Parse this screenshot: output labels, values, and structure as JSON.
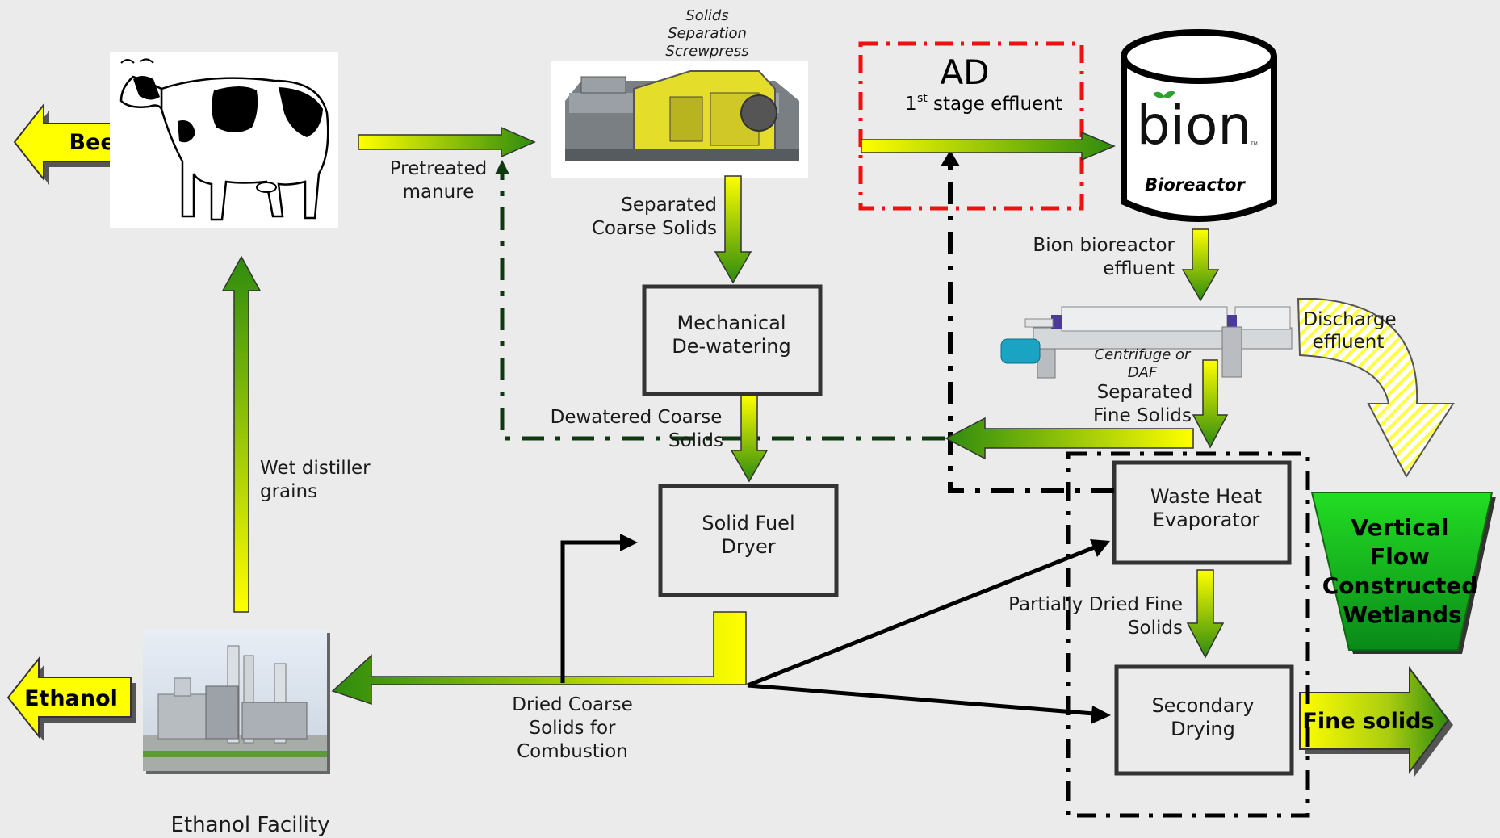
{
  "outputs": {
    "beef": "Beef",
    "ethanol": "Ethanol",
    "fine_solids": "Fine solids"
  },
  "equipment": {
    "screwpress": [
      "Solids",
      "Separation",
      "Screwpress"
    ],
    "ad": {
      "title": "AD",
      "sup": "st",
      "pre": "1",
      "effluent": "stage effluent"
    },
    "bion": {
      "logo": "bion",
      "tm": "TM",
      "caption": "Bioreactor"
    },
    "centrifuge": [
      "Centrifuge or",
      "DAF"
    ]
  },
  "boxes": {
    "mechanical": [
      "Mechanical",
      "De-watering"
    ],
    "dryer": [
      "Solid Fuel",
      "Dryer"
    ],
    "evaporator": [
      "Waste Heat",
      "Evaporator"
    ],
    "secondary": [
      "Secondary",
      "Drying"
    ],
    "wetlands": [
      "Vertical",
      "Flow",
      "Constructed",
      "Wetlands"
    ]
  },
  "labels": {
    "pretreated": [
      "Pretreated",
      "manure"
    ],
    "separated_coarse": [
      "Separated",
      "Coarse Solids"
    ],
    "dewatered": [
      "Dewatered Coarse",
      "Solids"
    ],
    "bion_effluent": [
      "Bion bioreactor",
      "effluent"
    ],
    "discharge": [
      "Discharge",
      "effluent"
    ],
    "separated_fine": [
      "Separated",
      "Fine Solids"
    ],
    "wet_distiller": [
      "Wet distiller",
      "grains"
    ],
    "partially_dried": [
      "Partially Dried Fine",
      "Solids"
    ],
    "dried_coarse": [
      "Dried Coarse",
      "Solids for",
      "Combustion"
    ],
    "ethanol_facility": "Ethanol Facility"
  },
  "colors": {
    "arrow_start": "#ffff00",
    "arrow_end": "#2e8b0e",
    "ad_border": "#ee1111",
    "dashed_green": "#0f3a0f",
    "wetlands_top": "#22dd22",
    "wetlands_bottom": "#0a8a1a"
  },
  "icons": [
    "cow-image",
    "screwpress-image",
    "bioreactor-tank",
    "centrifuge-image",
    "ethanol-plant-image"
  ]
}
